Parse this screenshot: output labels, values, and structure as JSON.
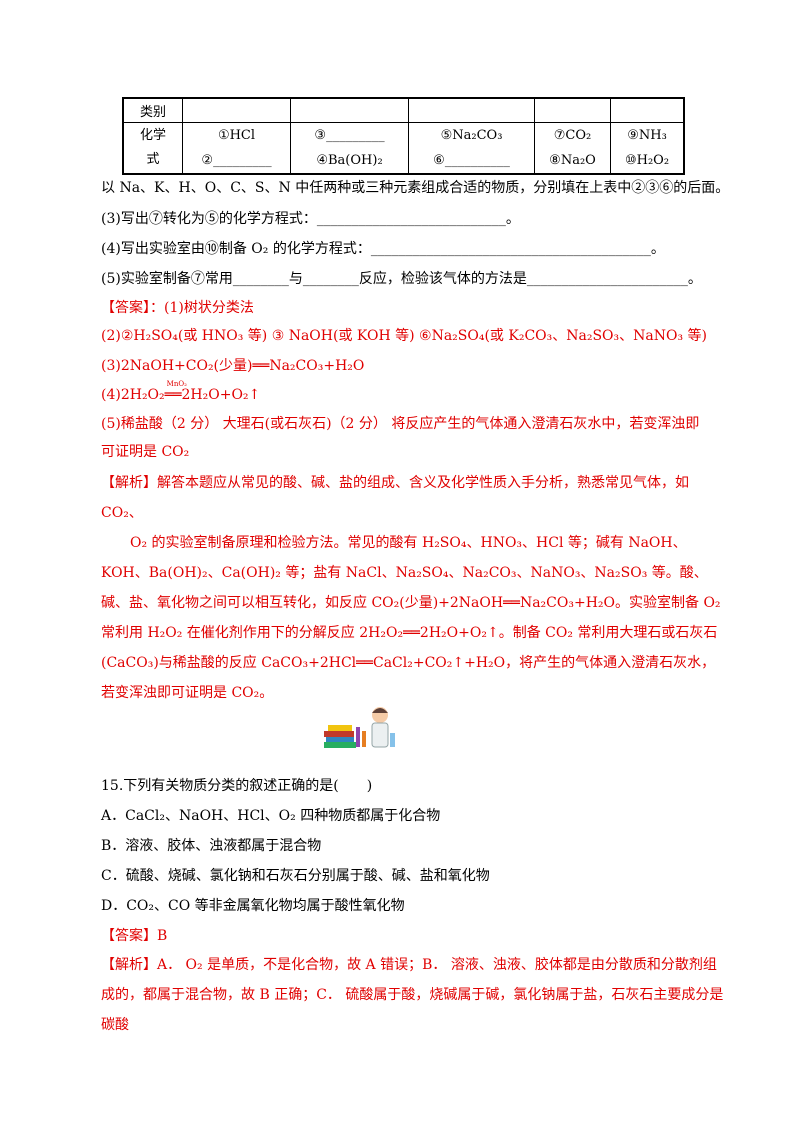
{
  "table": {
    "header_label": "类别",
    "row_label_1": "化学",
    "row_label_2": "式",
    "cells": [
      {
        "top": "①HCl",
        "bottom": "②_________"
      },
      {
        "top": "③_________",
        "bottom": "④Ba(OH)₂"
      },
      {
        "top": "⑤Na₂CO₃",
        "bottom": "⑥__________"
      },
      {
        "top": "⑦CO₂",
        "bottom": "⑧Na₂O"
      },
      {
        "top": "⑨NH₃",
        "bottom": "⑩H₂O₂"
      }
    ]
  },
  "q_lines": {
    "intro": "以 Na、K、H、O、C、S、N 中任两种或三种元素组成合适的物质，分别填在上表中②③⑥的后面。",
    "q3": "(3)写出⑦转化为⑤的化学方程式：___________________________。",
    "q4": "(4)写出实验室由⑩制备 O₂ 的化学方程式：________________________________________。",
    "q5": "(5)实验室制备⑦常用________与________反应，检验该气体的方法是_______________________。"
  },
  "answer": {
    "label": "【答案】",
    "a1": "：(1)树状分类法",
    "a2": "(2)②H₂SO₄(或 HNO₃ 等)  ③ NaOH(或 KOH 等)  ⑥Na₂SO₄(或 K₂CO₃、Na₂SO₃、NaNO₃ 等)",
    "a3": "(3)2NaOH+CO₂(少量)══Na₂CO₃+H₂O",
    "a4_pre": "(4)2H₂O₂",
    "a4_cat": "MnO₂",
    "a4_eq": "══",
    "a4_post": "2H₂O+O₂↑",
    "a5a": "(5)稀盐酸（2 分）    大理石(或石灰石)（2 分）    将反应产生的气体通入澄清石灰水中，若变浑浊即",
    "a5b": "可证明是 CO₂"
  },
  "analysis": {
    "p1": "【解析】解答本题应从常见的酸、碱、盐的组成、含义及化学性质入手分析，熟悉常见气体，如 CO₂、",
    "p2": "O₂ 的实验室制备原理和检验方法。常见的酸有 H₂SO₄、HNO₃、HCl 等；碱有 NaOH、KOH、Ba(OH)₂、Ca(OH)₂ 等；盐有 NaCl、Na₂SO₄、Na₂CO₃、NaNO₃、Na₂SO₃ 等。酸、碱、盐、氧化物之间可以相互转化，如反应 CO₂(少量)+2NaOH══Na₂CO₃+H₂O。实验室制备 O₂ 常利用 H₂O₂ 在催化剂作用下的分解反应 2H₂O₂══2H₂O+O₂↑。制备 CO₂ 常利用大理石或石灰石(CaCO₃)与稀盐酸的反应 CaCO₃+2HCl══CaCl₂+CO₂↑+H₂O，将产生的气体通入澄清石灰水，若变浑浊即可证明是 CO₂。"
  },
  "q15": {
    "stem": "15.下列有关物质分类的叙述正确的是(　　)",
    "A": "A．CaCl₂、NaOH、HCl、O₂ 四种物质都属于化合物",
    "B": "B．溶液、胶体、浊液都属于混合物",
    "C": "C．硫酸、烧碱、氯化钠和石灰石分别属于酸、碱、盐和氧化物",
    "D": "D．CO₂、CO 等非金属氧化物均属于酸性氧化物",
    "answer": "【答案】B",
    "analysis": "【解析】A． O₂ 是单质，不是化合物，故 A 错误；B． 溶液、浊液、胶体都是由分散质和分散剂组成的，都属于混合物，故 B 正确；C． 硫酸属于酸，烧碱属于碱，氯化钠属于盐，石灰石主要成分是碳酸"
  }
}
